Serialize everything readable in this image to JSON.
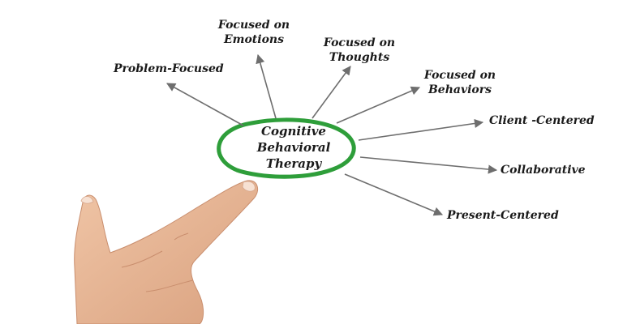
{
  "center": {
    "line1": "Cognitive",
    "line2": "Behavioral",
    "line3": "Therapy"
  },
  "branches": {
    "problem_focused": "Problem-Focused",
    "focused_emotions": [
      "Focused on",
      "Emotions"
    ],
    "focused_thoughts": [
      "Focused on",
      "Thoughts"
    ],
    "focused_behaviors": [
      "Focused on",
      "Behaviors"
    ],
    "client_centered": "Client -Centered",
    "collaborative": "Collaborative",
    "present_centered": "Present-Centered"
  },
  "colors": {
    "ring": "#2e9e3a",
    "arrow": "#6e6e6e",
    "text": "#1a1a1a",
    "skin": "#e7b596"
  },
  "icons": {
    "hand": "pointing-hand-icon"
  }
}
